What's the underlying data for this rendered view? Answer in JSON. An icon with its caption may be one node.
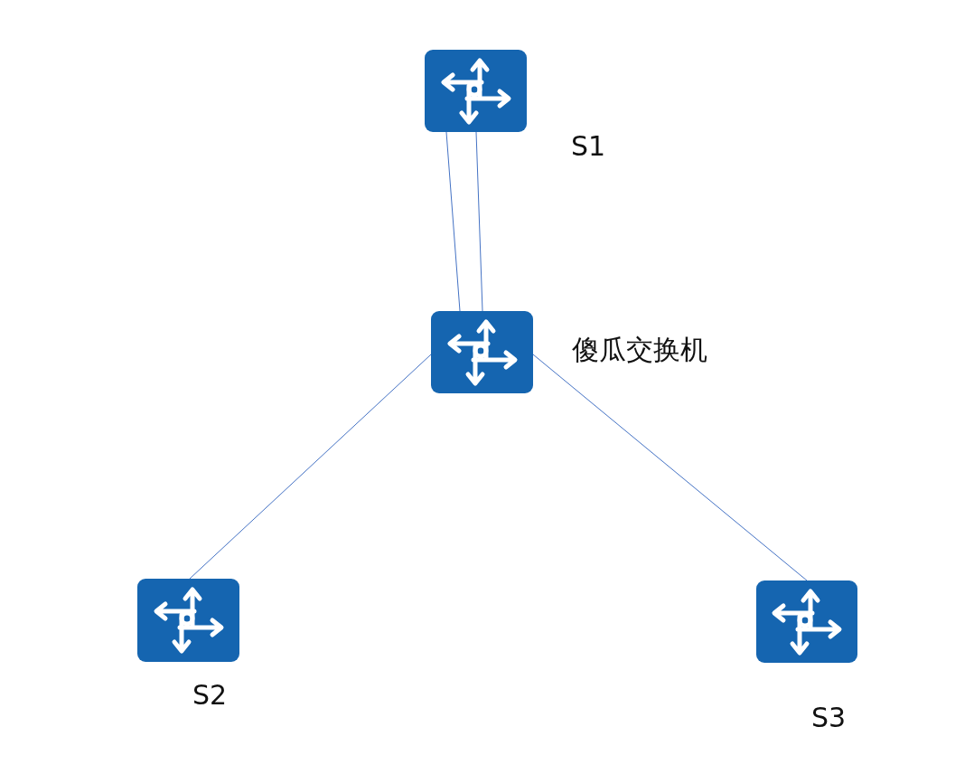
{
  "diagram": {
    "nodes": [
      {
        "text": [],
        "shape": "box",
        "beside": [
          "S1"
        ]
      },
      {
        "text": [],
        "shape": "box",
        "beside": [
          "傻瓜交换机"
        ]
      },
      {
        "text": [],
        "shape": "box",
        "beside": [
          "S2"
        ]
      },
      {
        "text": [],
        "shape": "box",
        "beside": [
          "S3"
        ]
      }
    ],
    "edges": [
      {
        "from": 0,
        "to": 1,
        "arrow": "none"
      },
      {
        "from": 0,
        "to": 1,
        "arrow": "none"
      },
      {
        "from": 1,
        "to": 2,
        "arrow": "none"
      },
      {
        "from": 1,
        "to": 3,
        "arrow": "none"
      }
    ]
  }
}
